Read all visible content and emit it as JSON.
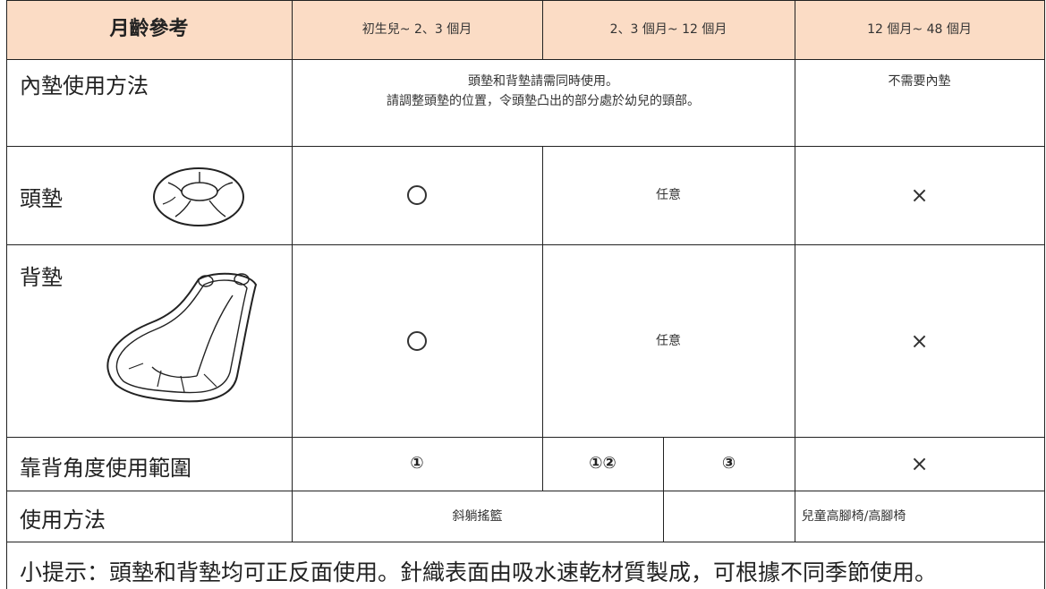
{
  "header": {
    "age_ref": "月齡參考",
    "col1": "初生兒~ 2、3 個月",
    "col2": "2、3 個月~ 12 個月",
    "col3": "12 個月~ 48 個月"
  },
  "rows": {
    "insert_method": {
      "label": "內墊使用方法",
      "text_main": "頭墊和背墊請需同時使用。\n請調整頭墊的位置，令頭墊凸出的部分處於幼兒的頸部。",
      "text_col3": "不需要內墊"
    },
    "head_pad": {
      "label": "頭墊",
      "col1": "○",
      "col2": "任意",
      "col3": "×"
    },
    "back_pad": {
      "label": "背墊",
      "col1": "○",
      "col2": "任意",
      "col3": "×"
    },
    "recline": {
      "label": "靠背角度使用範圍",
      "col1": "①",
      "col2a": "①②",
      "col2b": "③",
      "col3": "×"
    },
    "usage": {
      "label": "使用方法",
      "left": "斜躺搖籃",
      "right": "兒童高腳椅/高腳椅"
    }
  },
  "tip": "小提示：頭墊和背墊均可正反面使用。針織表面由吸水速乾材質製成，可根據不同季節使用。"
}
